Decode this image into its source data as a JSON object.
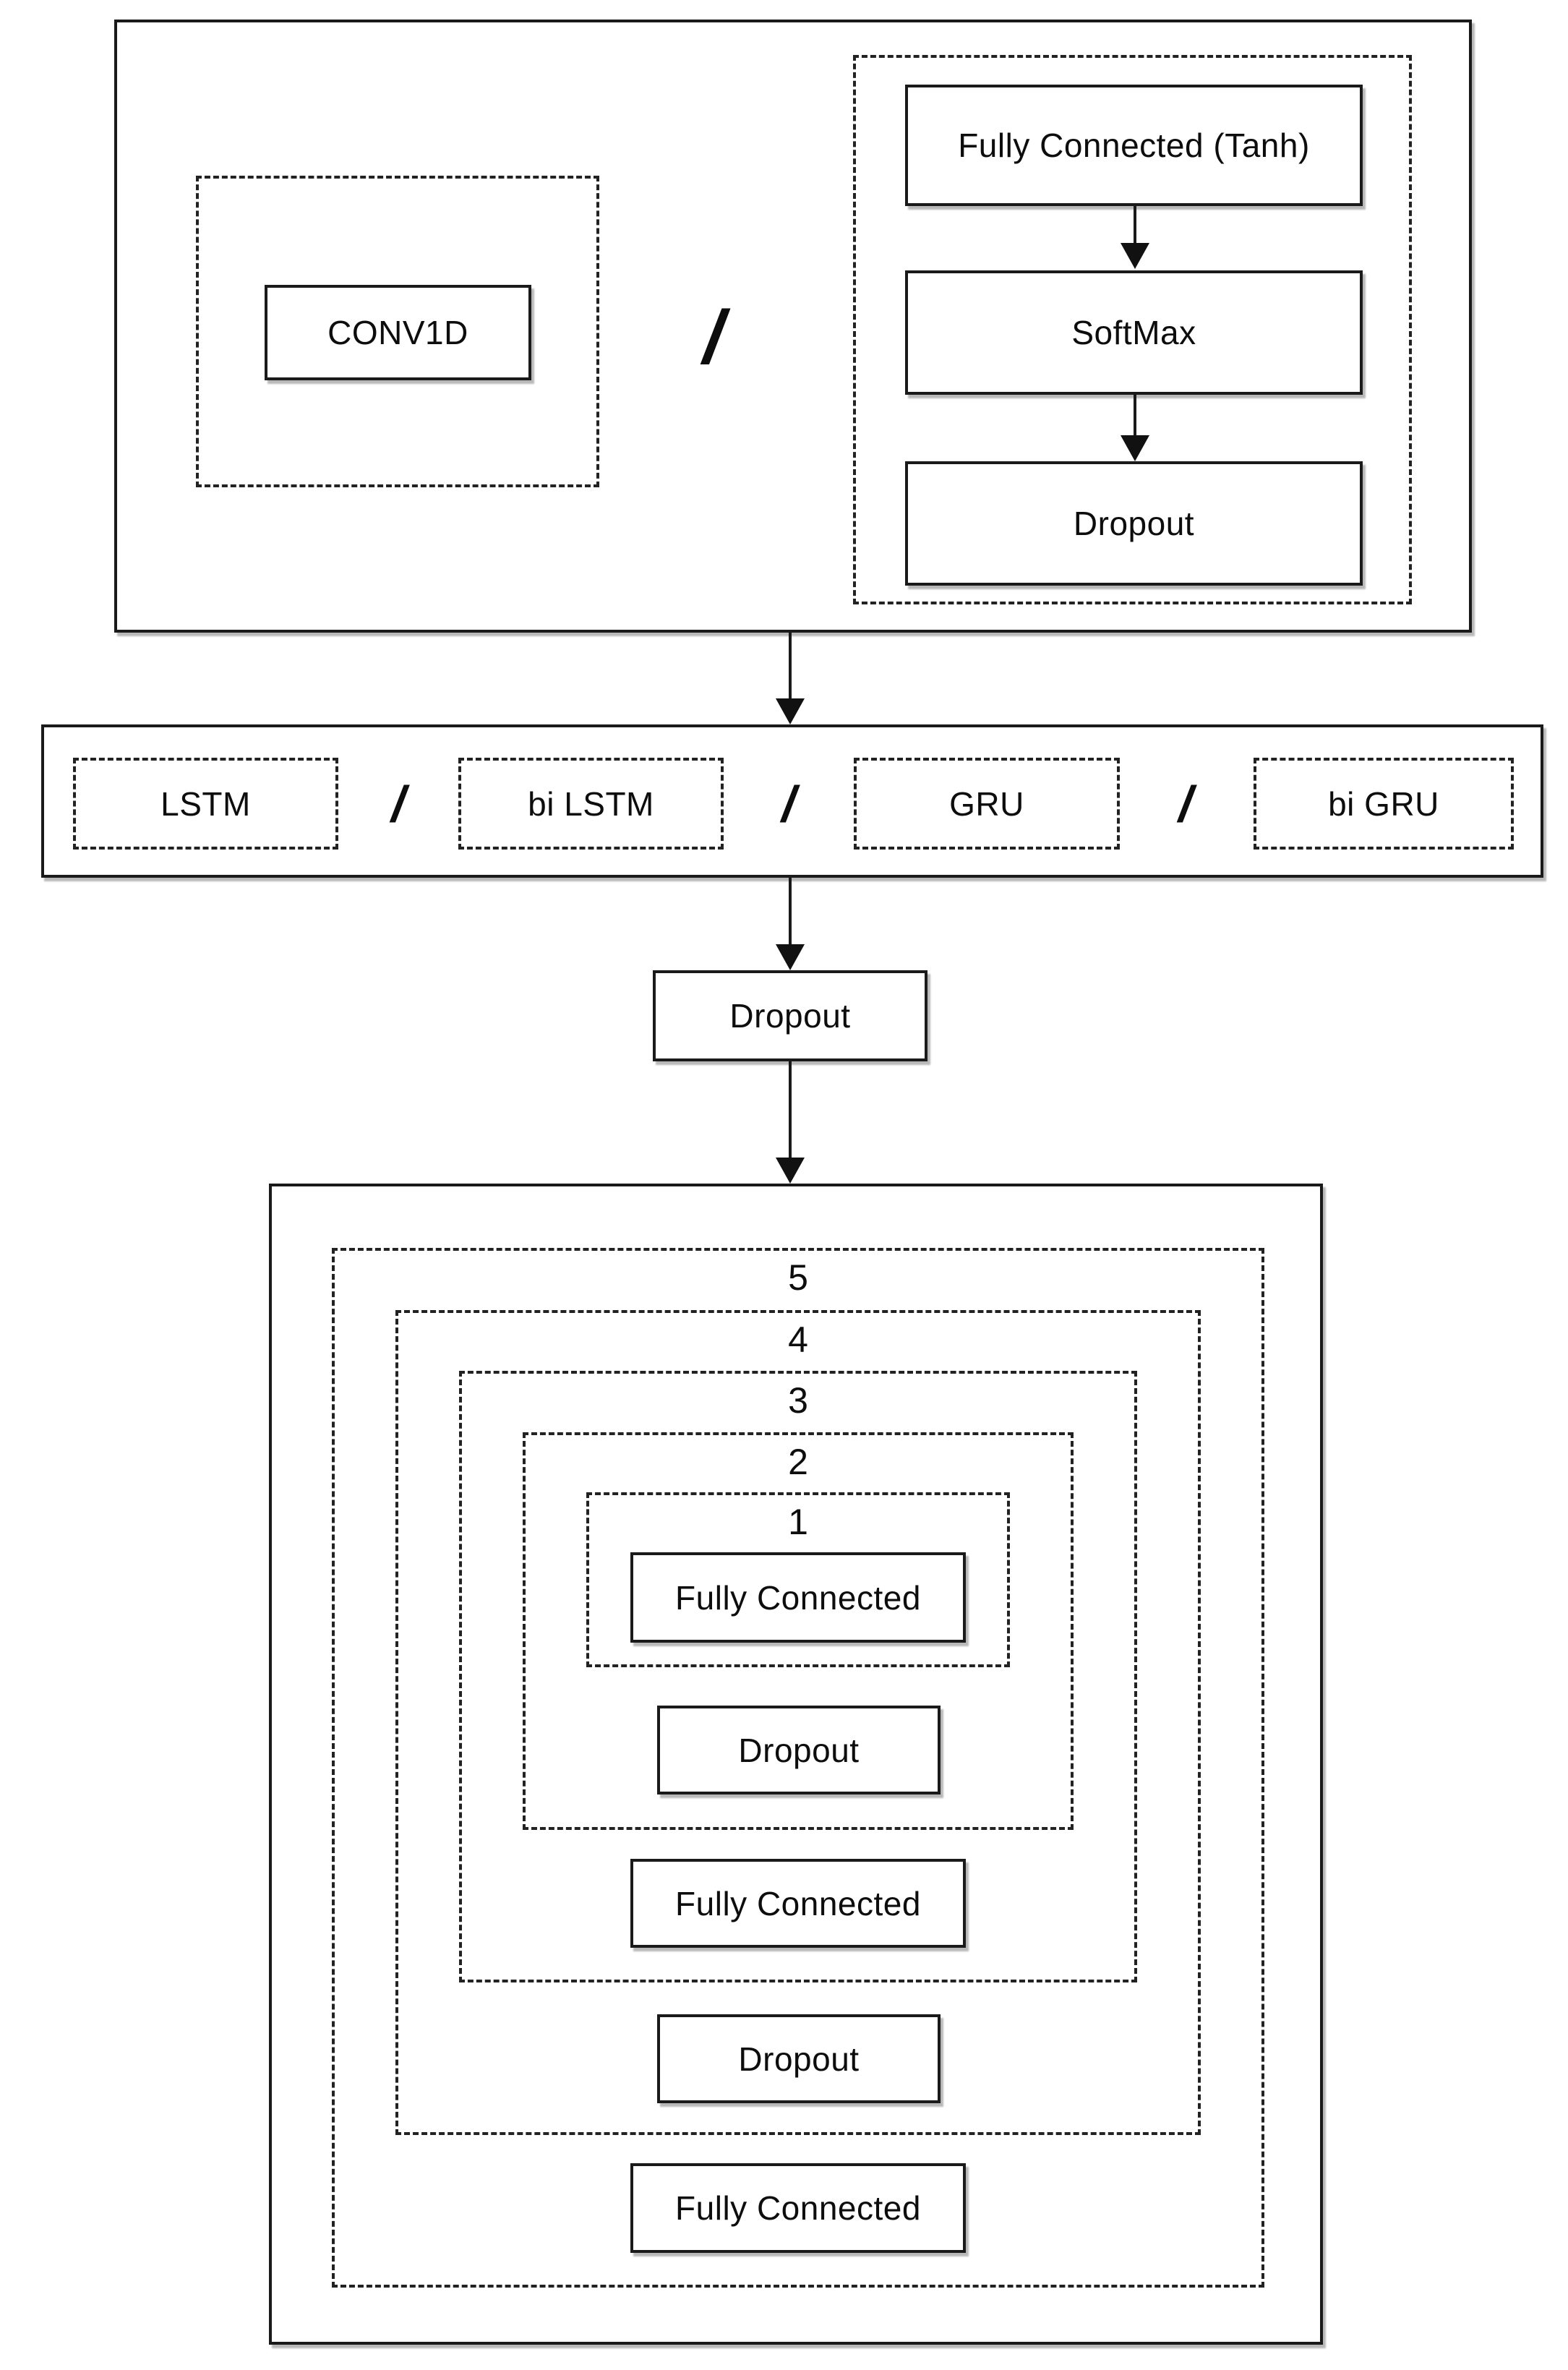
{
  "diagram": {
    "top": {
      "conv_label": "CONV1D",
      "separator": "/",
      "stack": [
        "Fully Connected (Tanh)",
        "SoftMax",
        "Dropout"
      ]
    },
    "recurrent": {
      "options": [
        "LSTM",
        "bi LSTM",
        "GRU",
        "bi GRU"
      ],
      "separator": "/"
    },
    "mid_dropout_label": "Dropout",
    "dense": {
      "ring_labels": [
        "5",
        "4",
        "3",
        "2",
        "1"
      ],
      "layers": [
        "Fully Connected",
        "Dropout",
        "Fully Connected",
        "Dropout",
        "Fully Connected"
      ]
    },
    "colors": {
      "stroke": "#1a1a1a",
      "background": "#ffffff",
      "text": "#0d0d0d"
    }
  }
}
